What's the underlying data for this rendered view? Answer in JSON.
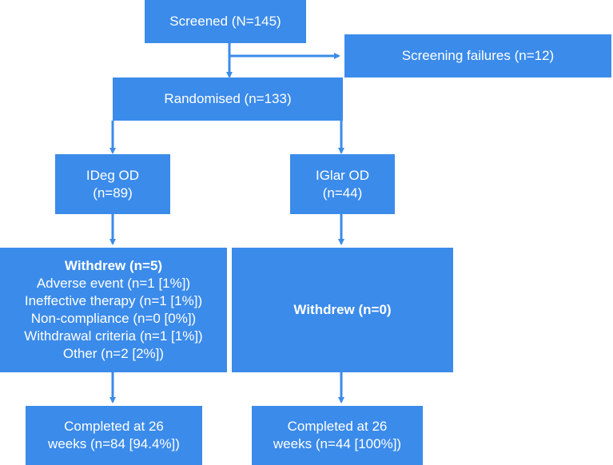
{
  "nodes": {
    "screened": {
      "lines": [
        "Screened (N=145)"
      ]
    },
    "screening_failures": {
      "lines": [
        "Screening failures (n=12)"
      ]
    },
    "randomised": {
      "lines": [
        "Randomised (n=133)"
      ]
    },
    "ideg": {
      "lines": [
        "IDeg OD",
        "(n=89)"
      ]
    },
    "iglar": {
      "lines": [
        "IGlar OD",
        "(n=44)"
      ]
    },
    "withdrew_ideg": {
      "heading": "Withdrew (n=5)",
      "reasons": [
        "Adverse event (n=1 [1%])",
        "Ineffective therapy (n=1 [1%])",
        "Non-compliance (n=0 [0%])",
        "Withdrawal criteria (n=1 [1%])",
        "Other (n=2 [2%])"
      ]
    },
    "withdrew_iglar": {
      "heading": "Withdrew (n=0)"
    },
    "completed_ideg": {
      "lines": [
        "Completed at 26",
        "weeks (n=84 [94.4%])"
      ]
    },
    "completed_iglar": {
      "lines": [
        "Completed at 26",
        "weeks (n=44 [100%])"
      ]
    }
  },
  "colors": {
    "box_fill": "#3b8bea",
    "text": "#ffffff",
    "arrow": "#3b8bea"
  }
}
